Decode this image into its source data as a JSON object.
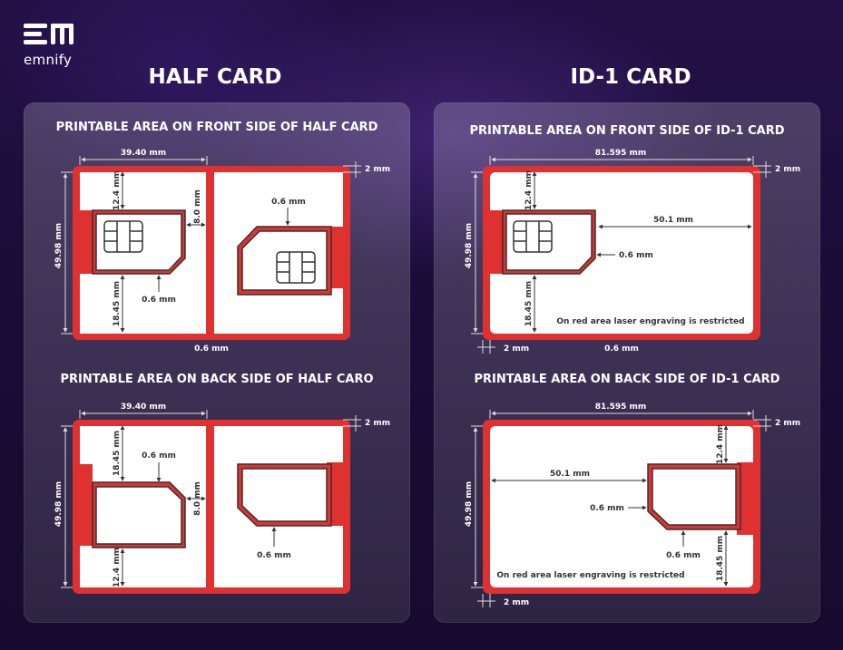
{
  "brand": {
    "name": "emnify",
    "logo_mark": "EM"
  },
  "half_card": {
    "title": "HALF CARD",
    "front": {
      "title": "PRINTABLE AREA ON FRONT SIDE OF HALF CARD",
      "width": "39.40 mm",
      "height": "49.98 mm",
      "margin": "2 mm",
      "top": "12.4 mm",
      "side": "8.0 mm",
      "gap_top": "0.6 mm",
      "gap_bottom": "0.6 mm",
      "bottom": "18.45 mm",
      "bottom_gap": "0.6 mm"
    },
    "back": {
      "title": "PRINTABLE AREA ON BACK SIDE OF HALF CARO",
      "width": "39.40 mm",
      "height": "49.98 mm",
      "margin": "2 mm",
      "top": "18.45 mm",
      "side": "8.0 mm",
      "gap_top": "0.6 mm",
      "gap_right": "0.6 mm",
      "bottom": "12.4 mm"
    }
  },
  "id1_card": {
    "title": "ID-1 CARD",
    "front": {
      "title": "PRINTABLE AREA ON FRONT SIDE OF ID-1 CARD",
      "width": "81.595 mm",
      "height": "49.98 mm",
      "margin": "2 mm",
      "top": "12.4 mm",
      "right": "50.1 mm",
      "gap": "0.6 mm",
      "bottom": "18.45 mm",
      "left_margin": "2 mm",
      "bottom_gap": "0.6 mm",
      "note": "On red area laser engraving is restricted"
    },
    "back": {
      "title": "PRINTABLE AREA ON BACK SIDE OF ID-1 CARD",
      "width": "81.595 mm",
      "height": "49.98 mm",
      "margin": "2 mm",
      "top": "12.4 mm",
      "left": "50.1 mm",
      "gap_left": "0.6 mm",
      "gap_bottom": "0.6 mm",
      "bottom": "18.45 mm",
      "left_margin": "2 mm",
      "note": "On red area laser engraving is restricted"
    }
  },
  "colors": {
    "red": "#e03131",
    "white": "#ffffff",
    "dim": "#333333",
    "background": "#1b0d38"
  }
}
